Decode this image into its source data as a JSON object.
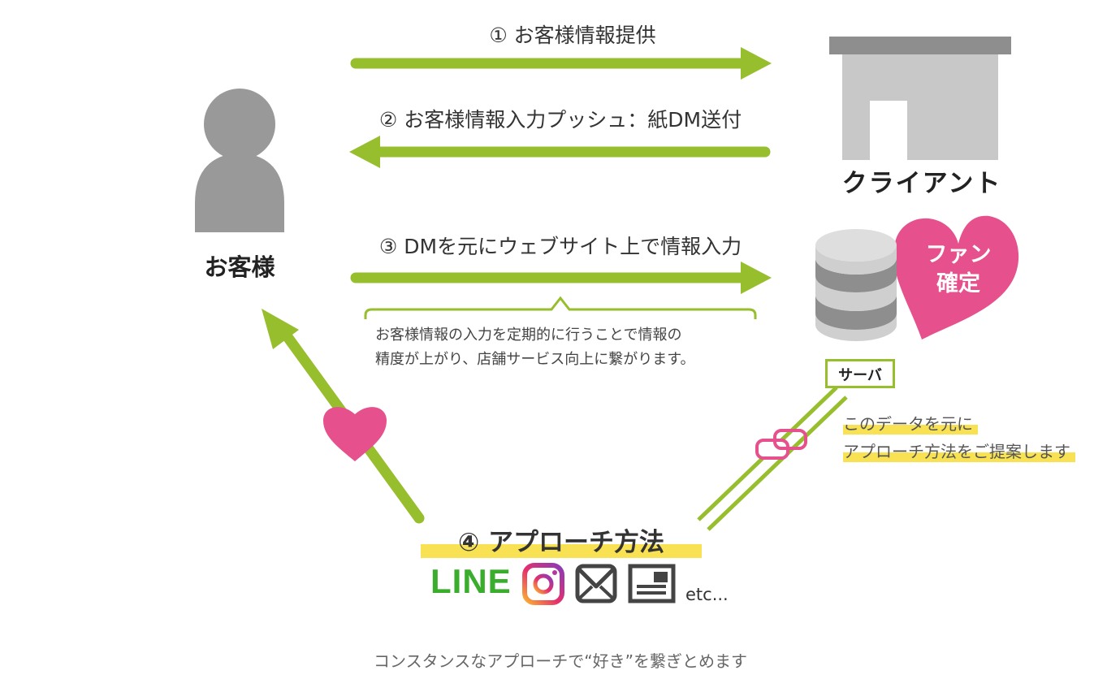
{
  "steps": {
    "step1": "① お客様情報提供",
    "step2": "② お客様情報入力プッシュ：紙DM送付",
    "step3": "③ DMを元にウェブサイト上で情報入力",
    "step4": "④ アプローチ方法"
  },
  "actors": {
    "client": "クライアント",
    "customer": "お客様",
    "server": "サーバ"
  },
  "fan_badge": {
    "line1": "ファン",
    "line2": "確定"
  },
  "note": {
    "line1": "お客様情報の入力を定期的に行うことで情報の",
    "line2": "精度が上がり、店舗サービス向上に繋がります。"
  },
  "data_proposal": {
    "line1": "このデータを元に",
    "line2": "アプローチ方法をご提案します"
  },
  "approach_channels": {
    "line_logo": "LINE",
    "instagram_icon": "instagram-icon",
    "mail_icon": "mail-icon",
    "dm_icon": "postcard-icon",
    "etc": "etc..."
  },
  "tagline": "コンスタンスなアプローチで“好き”を繋ぎとめます",
  "colors": {
    "arrow_green": "#96be2d",
    "heart_pink": "#e6508c",
    "gray_figure": "#999999",
    "building_gray": "#c8c8c8",
    "highlight_yellow": "#f8e253"
  }
}
